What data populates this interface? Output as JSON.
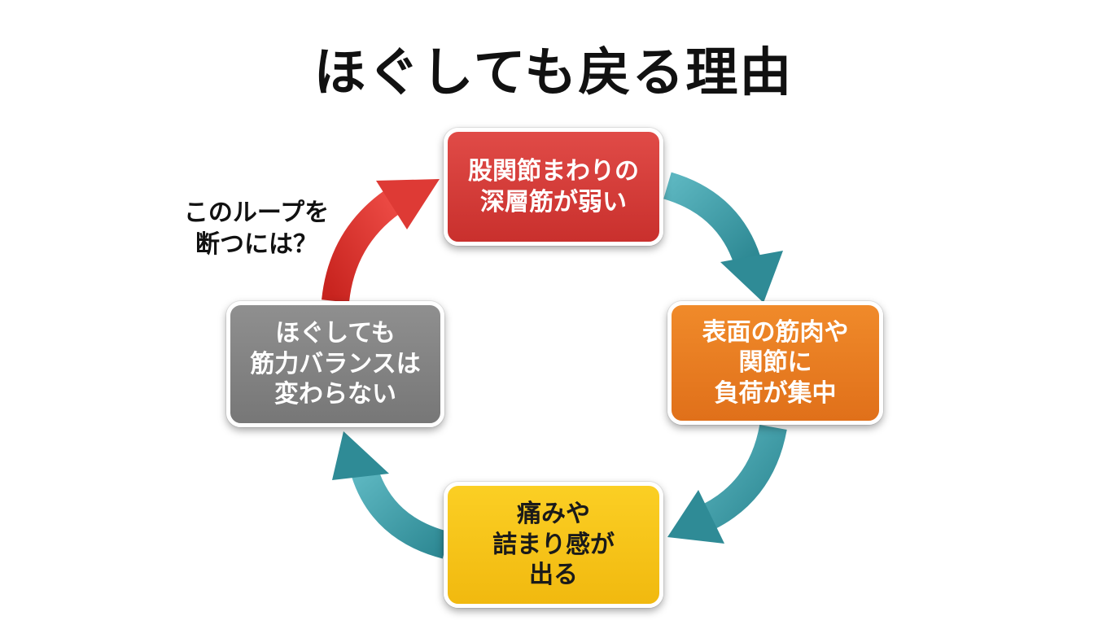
{
  "title": "ほぐしても戻る理由",
  "question": "このループを\n断つには？",
  "nodes": {
    "top": "股関節まわりの\n深層筋が弱い",
    "right": "表面の筋肉や\n関節に\n負荷が集中",
    "bottom": "痛みや\n詰まり感が\n出る",
    "left": "ほぐしても\n筋力バランスは\n変わらない"
  },
  "colors": {
    "top": "#d63c39",
    "right": "#ea7d22",
    "bottom": "#f6c51b",
    "left": "#858585",
    "teal_arrow": "#3f9aa5",
    "red_arrow": "#d9322e"
  }
}
